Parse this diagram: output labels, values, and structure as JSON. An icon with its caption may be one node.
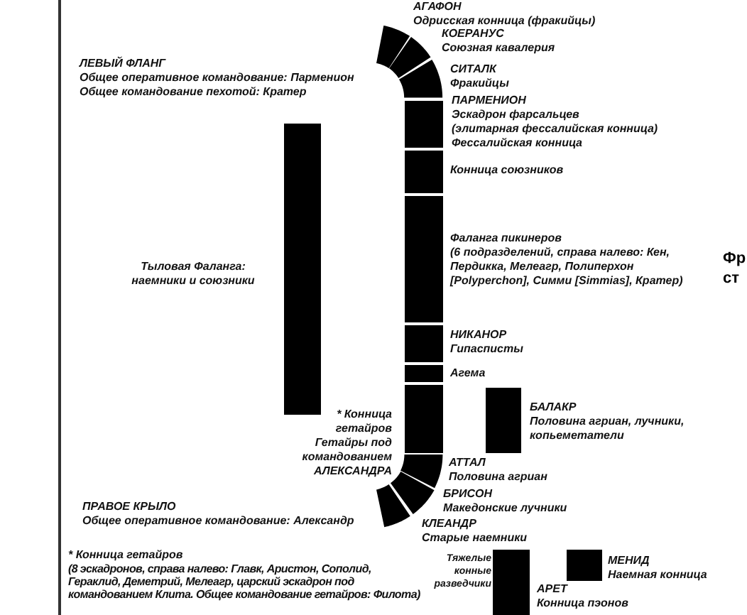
{
  "diagram": {
    "nodes": [
      {
        "text": [],
        "shape": "arc",
        "beside": [
          "АГАФОН",
          "Одрисская конница (фракийцы)"
        ]
      },
      {
        "text": [],
        "shape": "arc",
        "beside": [
          "КОЕРАНУС",
          "Союзная кавалерия"
        ]
      },
      {
        "text": [],
        "shape": "arc",
        "beside": [
          "СИТАЛК",
          "Фракийцы"
        ]
      },
      {
        "text": [],
        "shape": "bar",
        "beside": [
          "ПАРМЕНИОН",
          "Эскадрон фарсальцев",
          "(элитарная фессалийская конница)",
          "Фессалийская конница"
        ]
      },
      {
        "text": [],
        "shape": "bar",
        "beside": [
          "Конница союзников"
        ]
      },
      {
        "text": [],
        "shape": "bar",
        "beside": [
          "Фаланга пикинеров",
          "(6 подразделений, справа налево: Кен, Пердикка, Мелеагр, Полиперхон [Polyperchon], Симми [Simmias], Кратер)"
        ]
      },
      {
        "text": [],
        "shape": "bar",
        "beside": [
          "НИКАНОР",
          "Гипасписты"
        ]
      },
      {
        "text": [],
        "shape": "bar",
        "beside": [
          "Агема"
        ]
      },
      {
        "text": [],
        "shape": "bar",
        "beside": [
          "* Конница гетайров",
          "Гетайры под командованием АЛЕКСАНДРА"
        ]
      },
      {
        "text": [],
        "shape": "arc",
        "beside": [
          "АТТАЛ",
          "Половина агриан"
        ]
      },
      {
        "text": [],
        "shape": "arc",
        "beside": [
          "БРИСОН",
          "Македонские лучники"
        ]
      },
      {
        "text": [],
        "shape": "arc",
        "beside": [
          "КЛЕАНДР",
          "Старые наемники"
        ]
      },
      {
        "text": [],
        "shape": "bar",
        "beside": [
          "Тыловая Фаланга: наемники и союзники"
        ]
      },
      {
        "text": [],
        "shape": "bar",
        "beside": [
          "БАЛАКР",
          "Половина агриан, лучники, копьеметатели"
        ]
      },
      {
        "text": [],
        "shape": "bar",
        "beside": [
          "Тяжелые конные разведчики"
        ]
      },
      {
        "text": [],
        "shape": "bar",
        "beside": [
          "МЕНИД",
          "Наемная конница"
        ]
      }
    ],
    "labels": [
      "ЛЕВЫЙ ФЛАНГ",
      "Общее оперативное командование: Парменион",
      "Общее командование пехотой: Кратер",
      "Фр",
      "ст",
      "ПРАВОЕ КРЫЛО",
      "Общее оперативное командование: Александр",
      "* Конница гетайров",
      "(8 эскадронов, справа налево: Главк, Аристон, Сополид, Гераклид, Деметрий, Мелеагр, царский эскадрон под командованием Клита. Общее командование гетайров: Филота)",
      "АРЕТ",
      "Конница пэонов"
    ]
  }
}
